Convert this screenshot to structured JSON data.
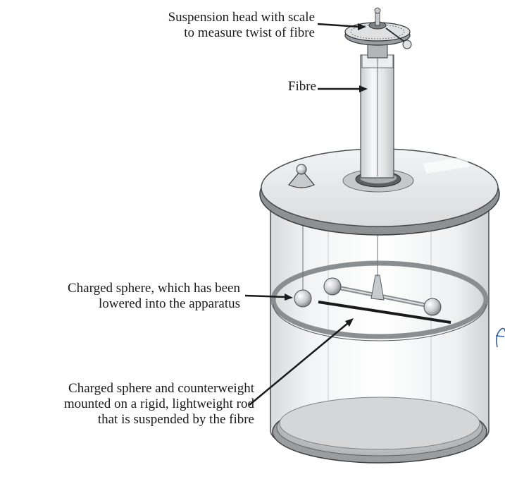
{
  "labels": {
    "suspension_head": [
      "Suspension head with scale",
      "to measure twist of fibre"
    ],
    "fibre": "Fibre",
    "charged_sphere": [
      "Charged sphere, which has been",
      "lowered into the apparatus"
    ],
    "rod": [
      "Charged sphere and counterweight",
      "mounted on a rigid, lightweight rod",
      "that is suspended by the fibre"
    ]
  },
  "colors": {
    "ink": "#1a1a1a",
    "glass": "#e9eaeb",
    "metal": "#b9bcbf",
    "handwriting": "#2d5fa8"
  }
}
